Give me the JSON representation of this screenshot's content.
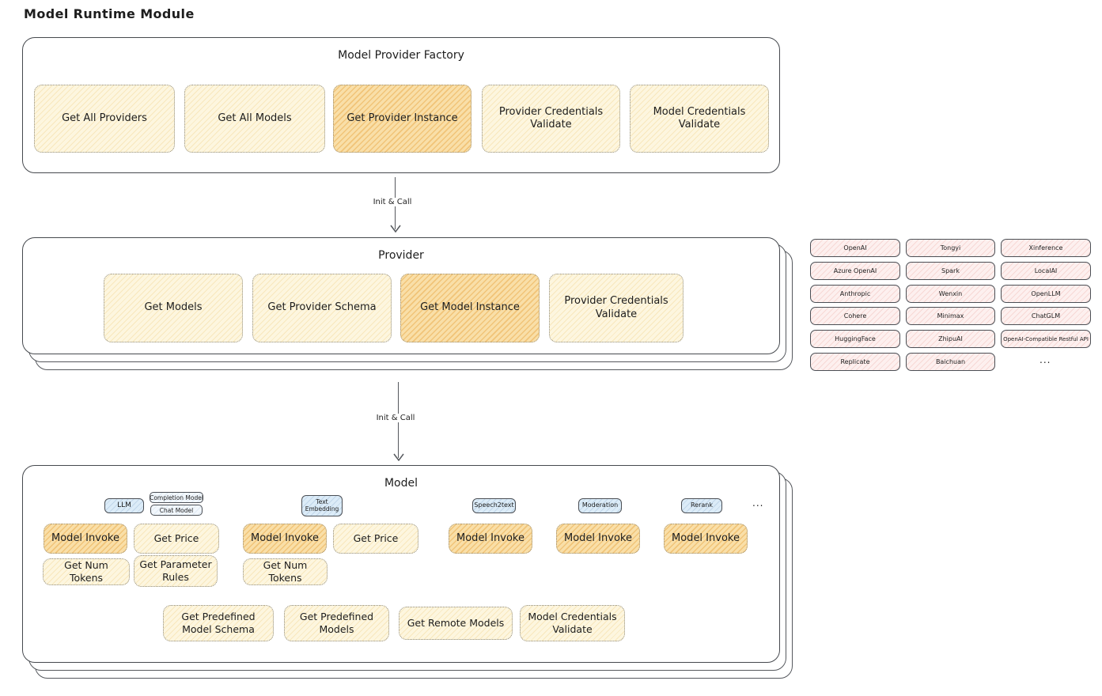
{
  "title": "Model Runtime Module",
  "arrow1_label": "Init & Call",
  "arrow2_label": "Init & Call",
  "factory": {
    "title": "Model Provider Factory",
    "boxes": [
      "Get All Providers",
      "Get All Models",
      "Get Provider Instance",
      "Provider Credentials Validate",
      "Model Credentials Validate"
    ]
  },
  "provider": {
    "title": "Provider",
    "boxes": [
      "Get Models",
      "Get Provider Schema",
      "Get Model Instance",
      "Provider Credentials Validate"
    ]
  },
  "providers_grid": {
    "rows": [
      [
        "OpenAI",
        "Tongyi",
        "Xinference"
      ],
      [
        "Azure OpenAI",
        "Spark",
        "LocalAI"
      ],
      [
        "Anthropic",
        "Wenxin",
        "OpenLLM"
      ],
      [
        "Cohere",
        "Minimax",
        "ChatGLM"
      ],
      [
        "HuggingFace",
        "ZhipuAI",
        "OpenAI-Compatible Restful API"
      ],
      [
        "Replicate",
        "Baichuan"
      ]
    ],
    "more": "..."
  },
  "model": {
    "title": "Model",
    "tab_llm": "LLM",
    "tag_completion_model": "Completion Model",
    "tag_chat_model": "Chat Model",
    "tab_text_embedding": "Text Embedding",
    "tab_speech2text": "Speech2text",
    "tab_moderation": "Moderation",
    "tab_rerank": "Rerank",
    "tabs_more": "...",
    "llm": {
      "invoke": "Model Invoke",
      "price": "Get Price",
      "tokens": "Get Num Tokens",
      "rules": "Get Parameter Rules"
    },
    "text_embedding": {
      "invoke": "Model Invoke",
      "price": "Get Price",
      "tokens": "Get Num Tokens"
    },
    "speech2text": {
      "invoke": "Model Invoke"
    },
    "moderation": {
      "invoke": "Model Invoke"
    },
    "rerank": {
      "invoke": "Model Invoke"
    },
    "bottom": [
      "Get Predefined Model Schema",
      "Get Predefined Models",
      "Get Remote Models",
      "Model Credentials Validate"
    ]
  },
  "colors": {
    "highlight_fill": "#f9dfa8",
    "pale_fill": "#fdf6df",
    "pink_fill": "#fdf0ef",
    "blue_fill": "#dcecf8",
    "container_border": "#46494e",
    "text": "#1d1d1d"
  }
}
